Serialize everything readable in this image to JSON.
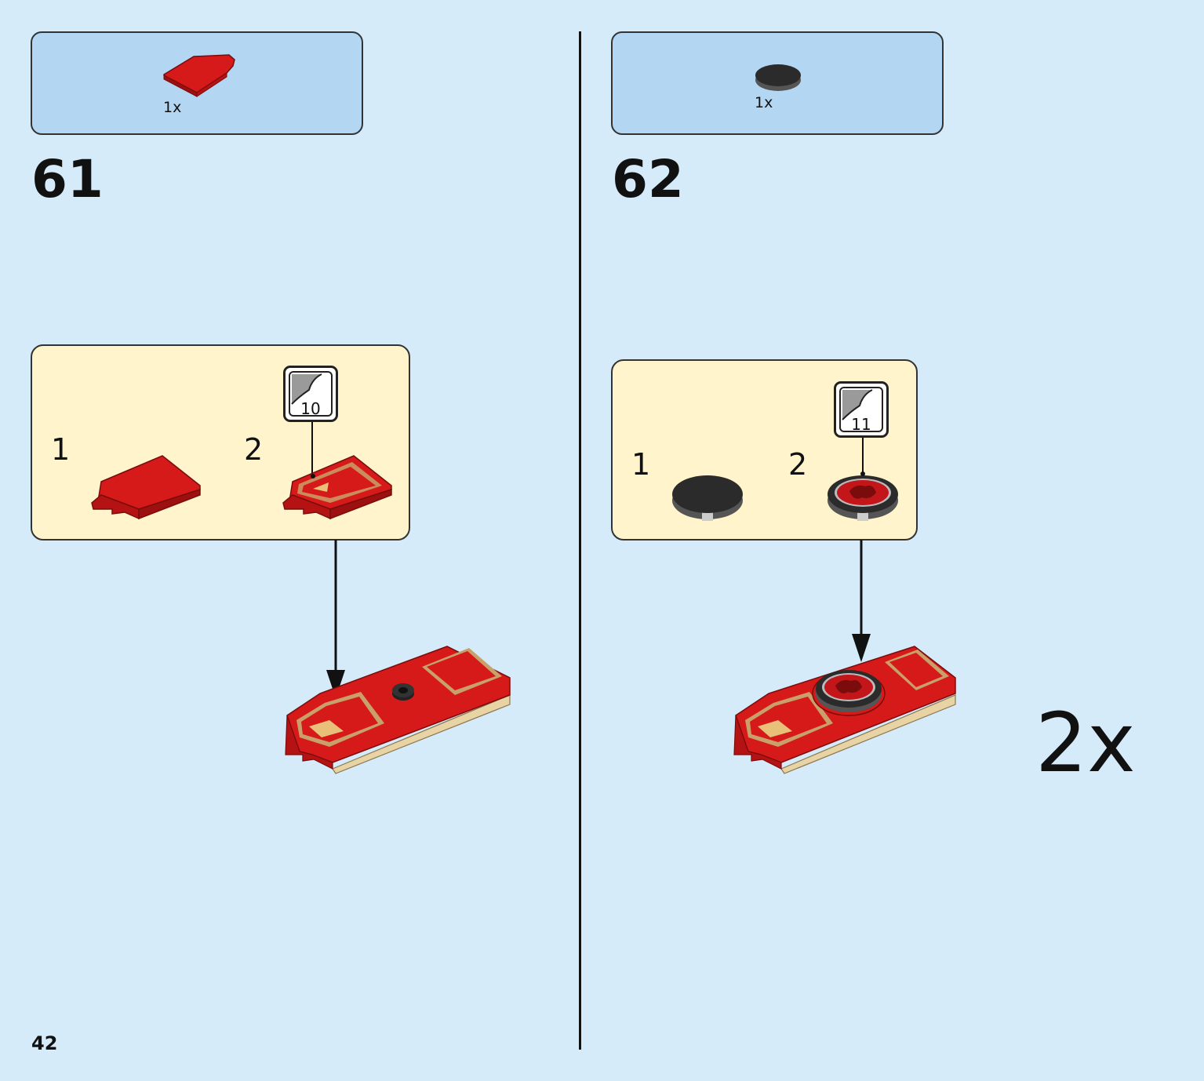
{
  "step61": {
    "number": "61",
    "parts_qty": "1x",
    "sub_step_1": "1",
    "sub_step_2": "2",
    "sticker_number": "10",
    "part_color": "#d61a1a"
  },
  "step62": {
    "number": "62",
    "parts_qty": "1x",
    "sub_step_1": "1",
    "sub_step_2": "2",
    "sticker_number": "11",
    "part_color": "#2b2b2b",
    "multiplier": "2x"
  },
  "page": {
    "number": "42"
  },
  "colors": {
    "background": "#d6ebfa",
    "parts_box": "#b3d6f3",
    "sub_box": "#fff4cc",
    "red": "#d61a1a",
    "tan": "#e8d3a4",
    "dark_gray": "#2b2b2b"
  }
}
